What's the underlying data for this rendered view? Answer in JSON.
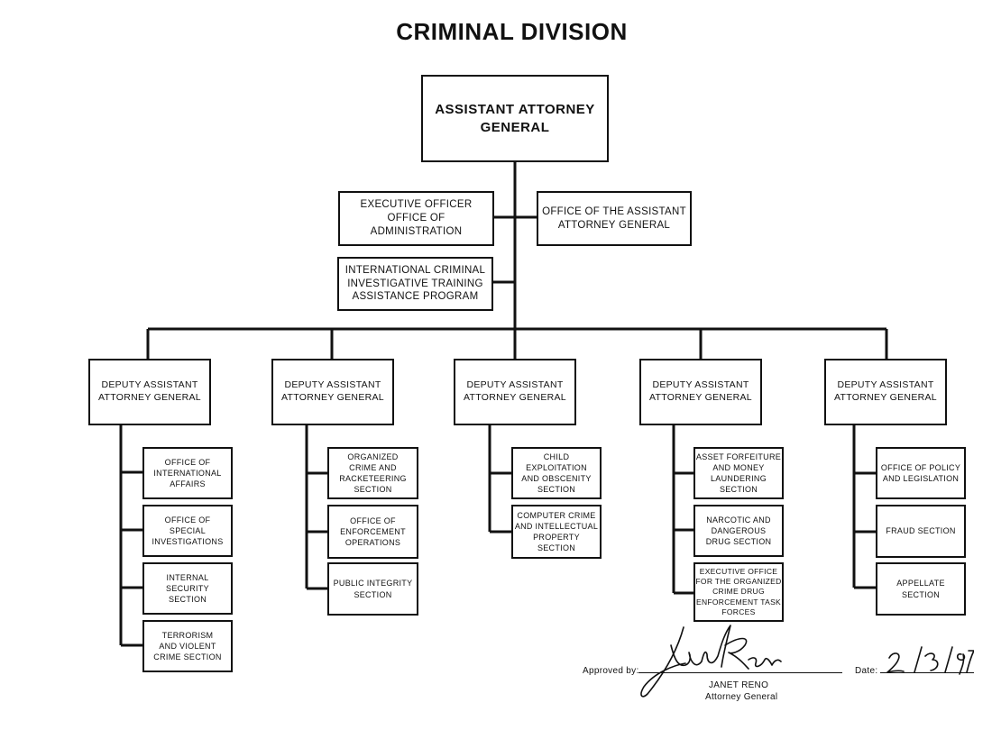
{
  "title": "CRIMINAL DIVISION",
  "top_box": "ASSISTANT  ATTORNEY\nGENERAL",
  "staff": {
    "exec_officer": "EXECUTIVE OFFICER\nOFFICE OF\nADMINISTRATION",
    "office_aag": "OFFICE OF THE ASSISTANT\nATTORNEY GENERAL",
    "icitap": "INTERNATIONAL CRIMINAL\nINVESTIGATIVE TRAINING\nASSISTANCE PROGRAM"
  },
  "deputies": [
    "DEPUTY ASSISTANT\nATTORNEY GENERAL",
    "DEPUTY ASSISTANT\nATTORNEY GENERAL",
    "DEPUTY ASSISTANT\nATTORNEY GENERAL",
    "DEPUTY ASSISTANT\nATTORNEY GENERAL",
    "DEPUTY ASSISTANT\nATTORNEY GENERAL"
  ],
  "sections": [
    [
      "OFFICE OF\nINTERNATIONAL\nAFFAIRS",
      "OFFICE OF\nSPECIAL\nINVESTIGATIONS",
      "INTERNAL\nSECURITY\nSECTION",
      "TERRORISM\nAND VIOLENT\nCRIME SECTION"
    ],
    [
      "ORGANIZED\nCRIME AND\nRACKETEERING\nSECTION",
      "OFFICE OF\nENFORCEMENT\nOPERATIONS",
      "PUBLIC INTEGRITY\nSECTION"
    ],
    [
      "CHILD\nEXPLOITATION\nAND OBSCENITY\nSECTION",
      "COMPUTER CRIME\nAND INTELLECTUAL\nPROPERTY SECTION"
    ],
    [
      "ASSET FORFEITURE\nAND MONEY\nLAUNDERING\nSECTION",
      "NARCOTIC AND\nDANGEROUS\nDRUG SECTION",
      "EXECUTIVE OFFICE\nFOR THE ORGANIZED\nCRIME DRUG\nENFORCEMENT TASK\nFORCES"
    ],
    [
      "OFFICE OF POLICY\nAND LEGISLATION",
      "FRAUD SECTION",
      "APPELLATE\nSECTION"
    ]
  ],
  "approval": {
    "approved_by_label": "Approved by:",
    "signatory_name": "JANET RENO",
    "signatory_title": "Attorney General",
    "date_label": "Date:",
    "signature_text": "Janet Reno",
    "date_value": "2/3/97"
  }
}
